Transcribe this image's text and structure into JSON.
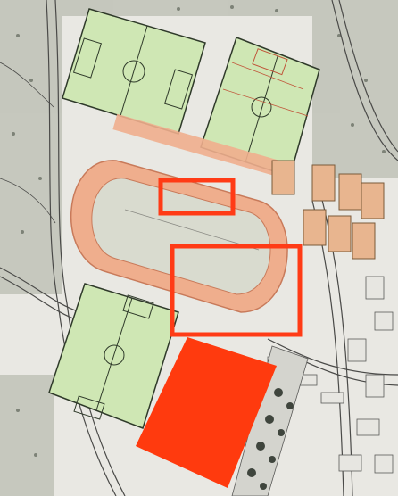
{
  "map": {
    "colors": {
      "background": "#e9e8e3",
      "trees": "#b9bcb2",
      "field": "#cfe7b4",
      "field_line": "#2f3a2a",
      "track": "#efae8d",
      "track_line": "#c87a5a",
      "infield": "#d9dbcf",
      "courts": "#e8b58f",
      "court_line": "#7a5a3a",
      "road": "#4a4a48",
      "building": "#e7e6e1",
      "building_line": "#5a5a58",
      "highlight": "#ff3b16",
      "highlight_fill": "#ff3a0e"
    },
    "legend": {
      "football_pitch": "field",
      "tennis_court": "courts",
      "athletics_track": "track"
    }
  }
}
